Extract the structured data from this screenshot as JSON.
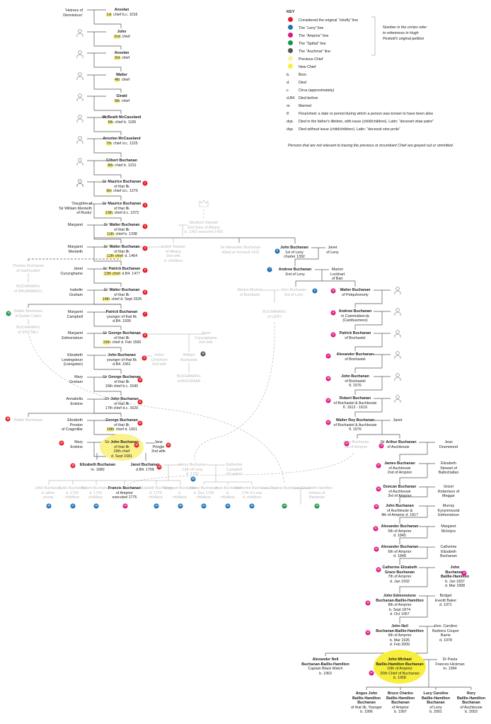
{
  "key": {
    "title": "KEY",
    "lines": [
      {
        "label": "Considered the original “chiefly” line",
        "color": "#e3202a"
      },
      {
        "label": "The “Leny” line",
        "color": "#1f73b7"
      },
      {
        "label": "The “Amprior” line",
        "color": "#e0147e"
      },
      {
        "label": "The “Spittal” line",
        "color": "#1a9447"
      },
      {
        "label": "The “Auchmar” line",
        "color": "#555555"
      },
      {
        "label": "Previous Chief",
        "color": "#fbf3a0"
      },
      {
        "label": "New Chief",
        "color": "#f8ee3e"
      }
    ],
    "abbreviations": [
      {
        "abbr": "b.",
        "meaning": "Born"
      },
      {
        "abbr": "d.",
        "meaning": "Died"
      },
      {
        "abbr": "c.",
        "meaning": "Circa (approximately)"
      },
      {
        "abbr": "d.B4.",
        "meaning": "Died before"
      },
      {
        "abbr": "m.",
        "meaning": "Married"
      },
      {
        "abbr": "fl.",
        "meaning": "Flourished: a date or period during which a person was known to have been alive"
      },
      {
        "abbr": "dvp.",
        "meaning": "Died in the father's lifetime, with issue (child/children). Latin: “decessit vitae patre”"
      },
      {
        "abbr": "dsp.",
        "meaning": "Died without issue (child/children). Latin: “decessit sine prole”"
      }
    ],
    "circle_note": [
      "Number in the circles refer",
      "to references in Hugh",
      "Peskett's original petition"
    ],
    "greyed_note": "Persons that are not relevant to tracing the previous or incumbant Chief are greyed out or ommitted."
  },
  "people": {
    "heiress": {
      "name": "",
      "lines": [
        "'Heiress of",
        "Dennistoun'"
      ]
    },
    "c1": {
      "name": "Anselan",
      "lines": [
        "1st chief b.c. 1016"
      ],
      "highlight": "1st"
    },
    "c2": {
      "name": "John",
      "lines": [
        "2nd chief"
      ],
      "highlight": "2nd"
    },
    "c3": {
      "name": "Anselan",
      "lines": [
        "3rd chief"
      ],
      "highlight": "3rd"
    },
    "c4": {
      "name": "Walter",
      "lines": [
        "4th chief"
      ],
      "highlight": "4th"
    },
    "c5": {
      "name": "Girald",
      "lines": [
        "5th chief"
      ],
      "highlight": "5th"
    },
    "c6": {
      "name": "McBeath McCausland",
      "lines": [
        "6th chief b. 1165"
      ],
      "highlight": "6th"
    },
    "c7": {
      "name": "Anselan McCausland",
      "lines": [
        "7th chief d.c. 1225"
      ],
      "highlight": "7th"
    },
    "c8": {
      "name": "Gilbert Buchanan",
      "lines": [
        "8th chief b. 1231"
      ],
      "highlight": "8th"
    },
    "c9": {
      "pre": "Sir",
      "name": "Maurice Buchanan",
      "lines": [
        "of that Ilk",
        "9th chief d.c. 1370"
      ],
      "highlight": "9th",
      "ref": "1",
      "line": 0
    },
    "daughter": {
      "name": "",
      "lines": [
        "'Daughter of",
        "Sir William Menteith",
        "of Rusky'"
      ]
    },
    "c10": {
      "pre": "Sir",
      "name": "Maurice Buchanan",
      "lines": [
        "of that Ilk",
        "10th chief d.c. 1373"
      ],
      "highlight": "10th",
      "ref": "2",
      "line": 0
    },
    "margaret1": {
      "name": "",
      "lines": [
        "Margaret"
      ]
    },
    "c11": {
      "pre": "Sir",
      "name": "Walter Buchanan",
      "lines": [
        "of that Ilk",
        "11th chief b. 1338"
      ],
      "highlight": "11th",
      "ref": "3",
      "line": 0
    },
    "murdoch": {
      "name": "Murdoch Stewart",
      "lines": [
        "2nd Duke of Albany",
        "b. 1362 executed 1425"
      ],
      "greyed": true
    },
    "margaretm": {
      "name": "",
      "lines": [
        "Margaret",
        "Menteith"
      ]
    },
    "c12": {
      "pre": "Sir",
      "name": "Walter Buchanan",
      "lines": [
        "of that Ilk",
        "12th chief d. 1464"
      ],
      "highlight": "12th chief",
      "ref": "4",
      "line": 0
    },
    "isabel": {
      "name": "Isobel Stewart",
      "lines": [
        "of Albany",
        "2nd wife",
        "d. childless"
      ],
      "greyed": true
    },
    "alexander": {
      "pre": "Sir",
      "name": "Alexander Buchanan",
      "lines": [
        "Killed at Verneuil 1422"
      ],
      "greyed": true
    },
    "leny1": {
      "name": "John Buchanan",
      "lines": [
        "1st of Leny",
        "charter 1392"
      ],
      "ref": "6",
      "line": 1
    },
    "janetleny": {
      "name": "",
      "lines": [
        "Janet",
        "of Leny"
      ]
    },
    "leny2": {
      "name": "Andrew Buchanan",
      "lines": [
        "2nd of Leny"
      ],
      "ref": "7",
      "line": 1
    },
    "marionl": {
      "name": "",
      "lines": [
        "Marion",
        "Lockhart",
        "of Barr"
      ]
    },
    "thomasg": {
      "name": "Thomas Buchanan",
      "lines": [
        "of Gartincaber"
      ],
      "greyed": true
    },
    "drummakill": {
      "name": "BUCHANAN's",
      "lines": [
        "of DRUMMAKILL"
      ],
      "greyed": true
    },
    "janetc": {
      "name": "",
      "lines": [
        "Janet",
        "Cunynghame"
      ]
    },
    "c13": {
      "pre": "Sir",
      "name": "Patrick Buchanan",
      "lines": [
        "13th chief d.B4. 1477"
      ],
      "highlight": "13th chief",
      "ref": "5",
      "line": 0
    },
    "marionm": {
      "name": "Marion Mushet",
      "lines": [
        "of Bumbank"
      ],
      "greyed": true
    },
    "leny3": {
      "name": "John Buchanan",
      "lines": [
        "3rd of Leny"
      ],
      "greyed": true,
      "ref": "8",
      "line": 1
    },
    "lenyhouse": {
      "name": "BUCHANAN's",
      "lines": [
        "of LENY"
      ],
      "greyed": true
    },
    "isabelle": {
      "name": "",
      "lines": [
        "Isabelle",
        "Graham"
      ]
    },
    "c14": {
      "pre": "Sir",
      "name": "Walter Buchanan",
      "lines": [
        "of that Ilk",
        "14th chief d. Sept 1526"
      ],
      "highlight": "14th",
      "ref": "6",
      "line": 0
    },
    "walterec": {
      "name": "Walter Buchanan",
      "lines": [
        "of Easter Catter"
      ],
      "greyed": true,
      "ref": "15",
      "line": 3
    },
    "spittall": {
      "name": "BUCHANAN's",
      "lines": [
        "of SPITTALL"
      ],
      "greyed": true
    },
    "margaretc": {
      "name": "",
      "lines": [
        "Margaret",
        "Campbell"
      ]
    },
    "patrickY": {
      "name": "Patrick Buchanan",
      "lines": [
        "younger of that Ilk",
        "d.B4. 1509"
      ],
      "ref": "7",
      "line": 0
    },
    "margarete": {
      "name": "",
      "lines": [
        "Margaret",
        "Edmonstoun"
      ]
    },
    "c15": {
      "pre": "Sir",
      "name": "George Buchanan",
      "lines": [
        "of that Ilk",
        "15th chief d. Feb 1560"
      ],
      "highlight": "15th",
      "ref": "8",
      "line": 0
    },
    "janetc2": {
      "name": "",
      "lines": [
        "Janet",
        "Cunynghame",
        "2nd wife"
      ],
      "greyed": true
    },
    "william": {
      "name": "William",
      "lines": [
        "Buchanan"
      ],
      "greyed": true,
      "ref": "16",
      "line": 4
    },
    "auchmar": {
      "name": "BUCHANAN's",
      "lines": [
        "of AUCHMAR"
      ],
      "greyed": true
    },
    "elizabethl": {
      "name": "",
      "lines": [
        "Elizabeth",
        "Lewingstoun",
        "(Livingston)"
      ]
    },
    "johnY": {
      "name": "John Buchanan",
      "lines": [
        "younger of that Ilk",
        "d.B4. 1561"
      ],
      "ref": "9",
      "line": 0
    },
    "helen": {
      "name": "Helen",
      "lines": [
        "Chrisholm",
        "2nd wife"
      ],
      "greyed": true
    },
    "maryg": {
      "name": "",
      "lines": [
        "Mary",
        "Graham"
      ]
    },
    "c16": {
      "pre": "Sir",
      "name": "George Buchanan",
      "lines": [
        "of that Ilk",
        "16th chief b.c. 1540"
      ],
      "highlight": "chief",
      "ref": "10",
      "line": 0
    },
    "annabella": {
      "name": "",
      "lines": [
        "Annabella",
        "Erskine"
      ]
    },
    "c17": {
      "pre": "Sir",
      "name": "John Buchanan",
      "lines": [
        "of that Ilk",
        "17th chief d.c. 1629"
      ],
      "highlight": "chief",
      "ref": "11",
      "line": 0
    },
    "walter17": {
      "name": "Walter Buchanan",
      "lines": [],
      "greyed": true,
      "ref": "18",
      "line": 0
    },
    "elizabethp": {
      "name": "",
      "lines": [
        "Elizabeth",
        "Preston",
        "of Cragmillar"
      ]
    },
    "c18": {
      "name": "George Buchanan",
      "lines": [
        "of that Ilk",
        "18th chief d. 1651"
      ],
      "highlight": "18th",
      "ref": "12",
      "line": 0
    },
    "marye": {
      "name": "",
      "lines": [
        "Mary",
        "Erskine"
      ],
      "ref": "21",
      "line": 0
    },
    "c19": {
      "pre": "Sir",
      "name": "John Buchanan",
      "lines": [
        "of that Ilk",
        "19th chief",
        "d. Sept 1681"
      ],
      "ref": "20",
      "line": 0
    },
    "jane": {
      "name": "",
      "lines": [
        "Jane",
        "Pringle",
        "2nd wife"
      ],
      "ref": "22",
      "line": 0
    },
    "elizabethb": {
      "name": "Elizabeth Buchanan",
      "lines": [
        "m. 1680"
      ],
      "ref": "23",
      "line": 0
    },
    "janetb": {
      "name": "Janet Buchanan",
      "lines": [
        "d.B4. 1709"
      ],
      "ref": "25",
      "line": 0
    },
    "henry12": {
      "name": "Henry Buchanan",
      "lines": [
        "12th of Leny",
        "d. 1732"
      ],
      "greyed": true,
      "ref": "26",
      "line": 1
    },
    "katherinec": {
      "name": "Katherine",
      "lines": [
        "Campbell",
        "of Lawers"
      ],
      "greyed": true
    },
    "k_john": {
      "name": "John Buchanan",
      "lines": [
        "d. when",
        "young"
      ],
      "greyed": true,
      "ref": "26",
      "line": 1
    },
    "k_colin": {
      "name": "Colin Buchanan",
      "lines": [
        "d. 1734",
        "childless"
      ],
      "greyed": true,
      "ref": "27",
      "line": 1
    },
    "k_robert": {
      "name": "Robert Buchanan",
      "lines": [
        "d. 1739",
        "childless"
      ],
      "greyed": true,
      "ref": "28",
      "line": 1
    },
    "k_francis": {
      "name": "Francis Buchanan",
      "lines": [
        "of Amprior",
        "executed 1775"
      ],
      "ref": "30",
      "line": 2
    },
    "k_elizabeth": {
      "name": "Elizabeth Buchanan",
      "lines": [
        "d. 1776",
        "childless"
      ],
      "greyed": true,
      "ref": "29",
      "line": 1
    },
    "k_margaret": {
      "name": "Margaret Buchanan",
      "lines": [
        "d.",
        "childless"
      ],
      "greyed": true,
      "ref": "30",
      "line": 1
    },
    "k_henry": {
      "name": "Henry Buchanan",
      "lines": [
        "d. Dec 1736",
        "childless"
      ],
      "greyed": true,
      "ref": "31",
      "line": 1
    },
    "k_jean": {
      "name": "Jean Buchanan",
      "lines": [
        "d.",
        "childless"
      ],
      "greyed": true,
      "ref": "32",
      "line": 1
    },
    "k_katherine": {
      "name": "Katherine Buchanan",
      "lines": [
        "17th of Leny",
        "d. childless"
      ],
      "greyed": true,
      "ref": "33",
      "line": 1
    },
    "k_thomas": {
      "name": "Thomas Buchanan",
      "lines": [],
      "greyed": true,
      "ref": "34",
      "line": 3
    },
    "k_elizabethh": {
      "name": "Elizabeth Hamilton",
      "lines": [
        "heiress of",
        "Bardowie"
      ],
      "greyed": true,
      "ref": "35",
      "line": 3
    },
    "r1": {
      "name": "Walter Buchanan",
      "lines": [
        "of Petquhonorty"
      ],
      "ref": "10",
      "line": 2
    },
    "r2": {
      "name": "Andrew Buchanan",
      "lines": [
        "in Cammisbercla",
        "(Cambusmore)"
      ],
      "ref": "11",
      "line": 2
    },
    "r3": {
      "name": "Patrick Buchanan",
      "lines": [
        "of Bochastel"
      ],
      "ref": "12",
      "line": 2
    },
    "r4": {
      "name": "Alexander Buchanan",
      "lines": [
        "of Bochastel"
      ],
      "ref": "17",
      "line": 2
    },
    "r5": {
      "name": "John Buchanan",
      "lines": [
        "of Bochastel",
        "fl. 1576"
      ],
      "ref": "18",
      "line": 2
    },
    "r6": {
      "name": "Robert Buchanan",
      "lines": [
        "of Bochastel & Auchlessie",
        "fl. 1612 - 1619"
      ],
      "ref": "20",
      "line": 2
    },
    "r7": {
      "name": "Walter Roy Buchanan",
      "lines": [
        "of Bochastel & Auchlessie",
        "fl. 1576"
      ],
      "ref": "22",
      "line": 2
    },
    "janetr": {
      "name": "",
      "lines": [
        "Janet"
      ]
    },
    "amp1": {
      "name": "John Buchanan",
      "lines": [
        "1st of Amprior"
      ],
      "greyed": true,
      "ref": "24",
      "line": 2
    },
    "arthur": {
      "pre": "Sir",
      "name": "Arthur Buchanan",
      "lines": [
        "of Auchlessie"
      ],
      "ref": "25",
      "line": 2
    },
    "jean": {
      "name": "",
      "lines": [
        "Jean",
        "Drummond"
      ]
    },
    "a2": {
      "name": "James Buchanan",
      "lines": [
        "of Auchlessie",
        "2nd of Amprior"
      ],
      "ref": "27",
      "line": 2
    },
    "a2w": {
      "name": "",
      "lines": [
        "Elizabeth",
        "Stewart of",
        "Ballochallan"
      ]
    },
    "a3": {
      "name": "Duncan Buchanan",
      "lines": [
        "of Auchlessie",
        "3rd of Amprior"
      ],
      "ref": "29",
      "line": 2
    },
    "a3w": {
      "name": "",
      "lines": [
        "Grizel",
        "Robertson of",
        "Meggar"
      ]
    },
    "a4": {
      "name": "John Buchanan",
      "lines": [
        "of Auchlessie &",
        "4th of Amprior d. 1817"
      ],
      "ref": "30",
      "line": 2
    },
    "a4w": {
      "name": "",
      "lines": [
        "Murray",
        "Kynynmound",
        "Edmonstoun"
      ]
    },
    "a5": {
      "name": "Alexander Buchanan",
      "lines": [
        "5th of Amprior",
        "d. 1845"
      ],
      "ref": "31",
      "line": 2
    },
    "a5w": {
      "name": "",
      "lines": [
        "Margaret",
        "McIntyre"
      ]
    },
    "a6": {
      "name": "Alexander Buchanan",
      "lines": [
        "6th of Amprior",
        "d. 1848"
      ],
      "ref": "32",
      "line": 2
    },
    "a6w": {
      "name": "",
      "lines": [
        "Catherine",
        "Elizabeth",
        "Buchanan"
      ]
    },
    "a7": {
      "name": "Catherine Elizabeth",
      "name2": "Grace Buchanan",
      "lines": [
        "7th of Amprior",
        "d. Jan 1932"
      ],
      "ref": "33",
      "line": 2
    },
    "a7h": {
      "name": "John",
      "name2": "Buchanan-",
      "name3": "Baillie-Hamilton",
      "lines": [
        "b. Jan 1837",
        "d. Mar 1908"
      ],
      "ref": "34",
      "line": 2
    },
    "a8": {
      "name": "John Edmonstone",
      "name2": "Buchanan-Baillie-Hamilton",
      "lines": [
        "8th of Amprior",
        "b. Sept 1874",
        "d. Oct 1957"
      ],
      "ref": "35",
      "line": 2
    },
    "a8w": {
      "name": "",
      "lines": [
        "Bridget",
        "Everitt Baker",
        "d. 1971"
      ]
    },
    "a9": {
      "name": "John Neil",
      "name2": "Buchanan-Baillie-Hamilton",
      "lines": [
        "9th of Amprior",
        "b. Mar 1926",
        "d. Feb 2009"
      ],
      "ref": "36",
      "line": 2
    },
    "a9w": {
      "name": "",
      "lines": [
        "Hon. Caroline",
        "Barbera Couper",
        "Barrie",
        "d. 1978"
      ]
    },
    "alexneil": {
      "name": "Alexander Neil",
      "name2": "Buchanan-Baillie-Hamilton",
      "lines": [
        "Captain Black Watch",
        "b. 1963"
      ]
    },
    "c20": {
      "name": "John Michael",
      "name2": "Baillie-Hamilton Buchanan",
      "lines": [
        "10th of Amprior",
        "20th Chief of Buchanan",
        "b. 1958"
      ],
      "ref": "37",
      "line": 2
    },
    "paula": {
      "name": "",
      "lines": [
        "Dr Paula",
        "Frances Hickman",
        "m. 1994"
      ]
    },
    "g1": {
      "name": "Angus John",
      "name2": "Baillie-Hamilton",
      "name3": "Buchanan",
      "lines": [
        "of that Ilk, Younger",
        "b. 1996"
      ]
    },
    "g2": {
      "name": "Bruce Charles",
      "name2": "Baillie-Hamilton",
      "name3": "Buchanan",
      "lines": [
        "of Amprior",
        "b. 1997"
      ]
    },
    "g3": {
      "name": "Lucy Caroline",
      "name2": "Baillie-Hamilton",
      "name3": "Buchanan",
      "lines": [
        "of Leny",
        "b. 2001"
      ]
    },
    "g4": {
      "name": "Rory",
      "name2": "Baillie-Hamilton",
      "name3": "Buchanan",
      "lines": [
        "of Auchlessie",
        "b. 2003"
      ]
    }
  }
}
